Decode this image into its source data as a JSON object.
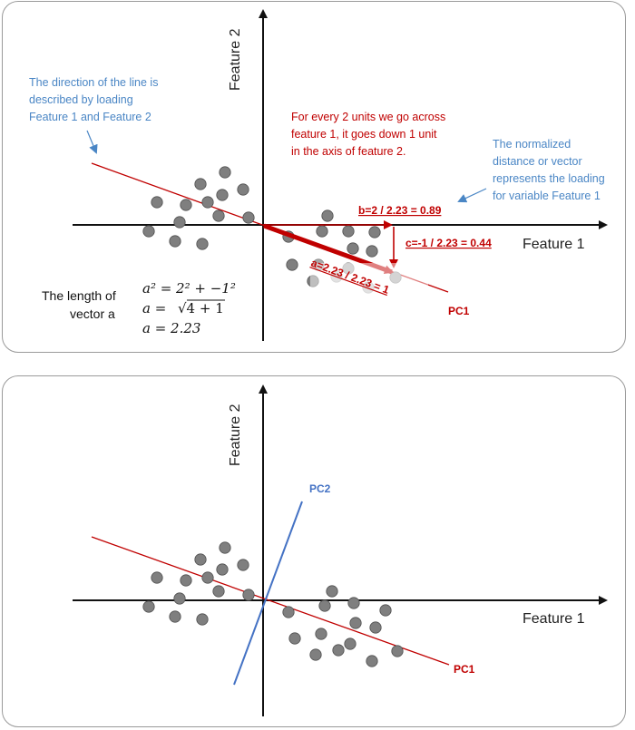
{
  "colors": {
    "axis": "#111111",
    "point_fill": "#7f7f7f",
    "point_stroke": "#4d4d4d",
    "pc1": "#c00000",
    "pc2": "#4472c4",
    "note_blue": "#4a86c5",
    "note_red": "#c00000"
  },
  "top": {
    "axis_x_label": "Feature 1",
    "axis_y_label": "Feature 2",
    "pc1_label": "PC1",
    "direction_note": [
      "The direction of the line is",
      "described by loading",
      "Feature 1 and Feature 2"
    ],
    "slope_note": [
      "For every 2 units we go across",
      "feature 1, it goes down 1 unit",
      "in the axis of feature 2."
    ],
    "normalized_note": [
      "The normalized",
      "distance or vector",
      "represents the loading",
      "for variable Feature 1"
    ],
    "b_label": "b=2 / 2.23 = 0.89",
    "c_label": "c=-1 / 2.23 = 0.44",
    "a_label": "a=2.23 / 2.23 = 1",
    "length_label": [
      "The length of",
      "vector a"
    ],
    "eq1": "a² = 2² + −1²",
    "eq2_lhs": "a = ",
    "eq2_rhs": "√4 + 1",
    "eq3": "a = 2.23"
  },
  "bottom": {
    "axis_x_label": "Feature 1",
    "axis_y_label": "Feature 2",
    "pc1_label": "PC1",
    "pc2_label": "PC2"
  }
}
